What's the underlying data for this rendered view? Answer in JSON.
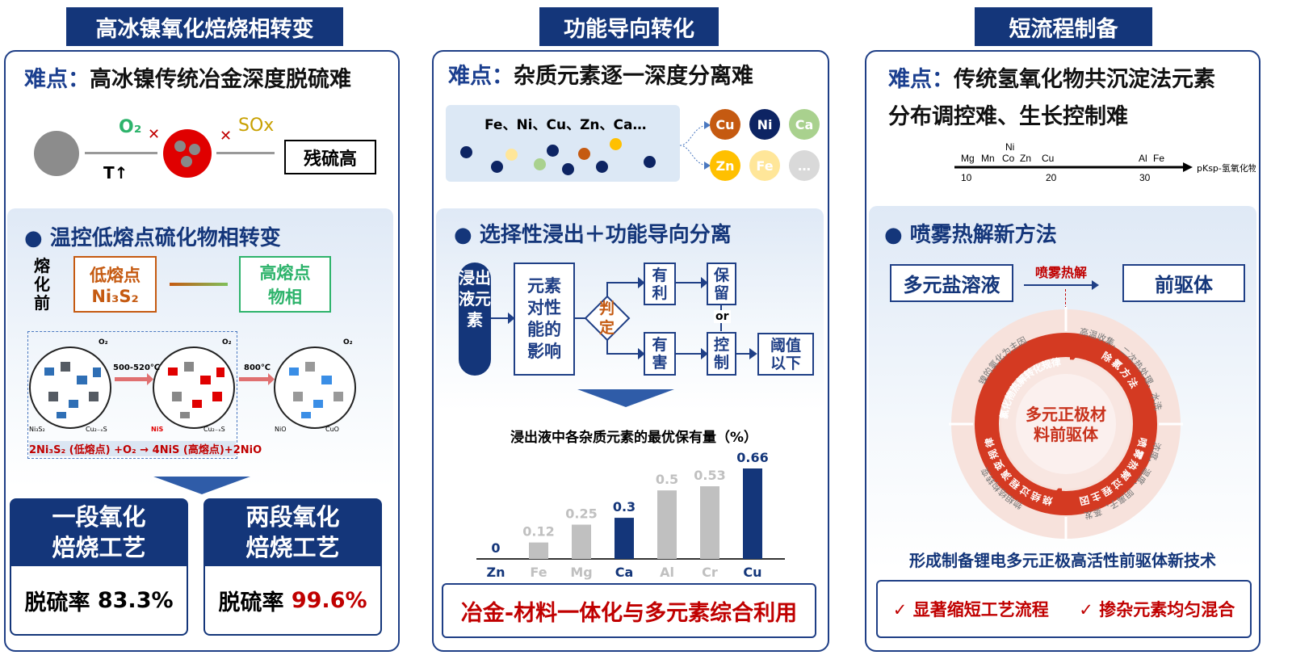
{
  "colors": {
    "navy": "#14367a",
    "red": "#c00000",
    "orange": "#c55a11",
    "green": "#2db36b",
    "gray_bar": "#c0c0c0"
  },
  "left": {
    "tab": "高冰镍氧化焙烧相转变",
    "difficulty_key": "难点：",
    "difficulty": "高冰镍传统冶金深度脱硫难",
    "o2": "O₂",
    "sox": "SOx",
    "temp": "T↑",
    "result_box": "残硫高",
    "bullet": "温控低熔点硫化物相转变",
    "before_melt": "熔化前",
    "low_box": [
      "低熔点",
      "Ni₃S₂"
    ],
    "high_box": [
      "高熔点",
      "物相"
    ],
    "micro": {
      "t1": "500-520℃",
      "t2": "800℃",
      "o2": "O₂",
      "labels": [
        "Ni₃S₂",
        "Cu₂₋ₓS",
        "NiS",
        "Cu₂₋ₓS",
        "NiO",
        "CuO"
      ]
    },
    "equation": "2Ni₃S₂ (低熔点) +O₂ → 4NiS (高熔点)+2NiO",
    "cards": [
      {
        "title": "一段氧化焙烧工艺",
        "label": "脱硫率",
        "value": "83.3%"
      },
      {
        "title": "两段氧化焙烧工艺",
        "label": "脱硫率",
        "value": "99.6%"
      }
    ]
  },
  "middle": {
    "tab": "功能导向转化",
    "difficulty_key": "难点：",
    "difficulty": "杂质元素逐一深度分离难",
    "elements_text": "Fe、Ni、Cu、Zn、Ca…",
    "element_circles": [
      {
        "label": "Cu",
        "color": "#c55a11"
      },
      {
        "label": "Ni",
        "color": "#0d2463"
      },
      {
        "label": "Ca",
        "color": "#a9d18e"
      },
      {
        "label": "Zn",
        "color": "#ffc000"
      },
      {
        "label": "Fe",
        "color": "#ffe699"
      },
      {
        "label": "…",
        "color": "#d9d9d9"
      }
    ],
    "bullet": "选择性浸出＋功能导向分离",
    "flow": {
      "start": "浸出液元素",
      "impact": "元素对性能的影响",
      "judge": "判定",
      "good": "有利",
      "bad": "有害",
      "keep": "保留",
      "or": "or",
      "control": "控制",
      "threshold": "阈值以下"
    },
    "bottom": "冶金-材料一体化与多元素综合利用"
  },
  "chart_data": {
    "type": "bar",
    "title": "浸出液中各杂质元素的最优保有量（%）",
    "categories": [
      "Zn",
      "Fe",
      "Mg",
      "Ca",
      "Al",
      "Cr",
      "Cu"
    ],
    "values": [
      0,
      0.12,
      0.25,
      0.3,
      0.5,
      0.53,
      0.66
    ],
    "highlighted": [
      "Zn",
      "Ca",
      "Cu"
    ],
    "data_labels": [
      "0",
      "0.12",
      "0.25",
      "0.3",
      "0.5",
      "0.53",
      "0.66"
    ],
    "ylim": [
      0,
      0.7
    ],
    "grid": false
  },
  "right": {
    "tab": "短流程制备",
    "difficulty_key": "难点：",
    "difficulty1": "传统氢氧化物共沉淀法元素",
    "difficulty2": "分布调控难、生长控制难",
    "axis": {
      "elements": [
        "Mg",
        "Mn",
        "Ni",
        "Co",
        "Zn",
        "Cu",
        "Al",
        "Fe"
      ],
      "ticks": [
        "10",
        "20",
        "30"
      ],
      "label": "pKsp-氢氧化物"
    },
    "bullet": "喷雾热解新方法",
    "from_box": "多元盐溶液",
    "process": "喷雾热解",
    "to_box": "前驱体",
    "cycle": {
      "center": [
        "多元正极材",
        "料前驱体"
      ],
      "inner": [
        "氯化物热解转化规律",
        "除氯方法",
        "喷雾热解过程主因",
        "烧结过程演变规律"
      ],
      "outer": [
        "镍的氯化为主因",
        "高温收集、二次热处理、水洗",
        "浓度、温度、阴离子、蒸发",
        "物相结构转变"
      ]
    },
    "conclusion": "形成制备锂电多元正极高活性前驱体新技术",
    "benefits": [
      "显著缩短工艺流程",
      "掺杂元素均匀混合"
    ]
  }
}
